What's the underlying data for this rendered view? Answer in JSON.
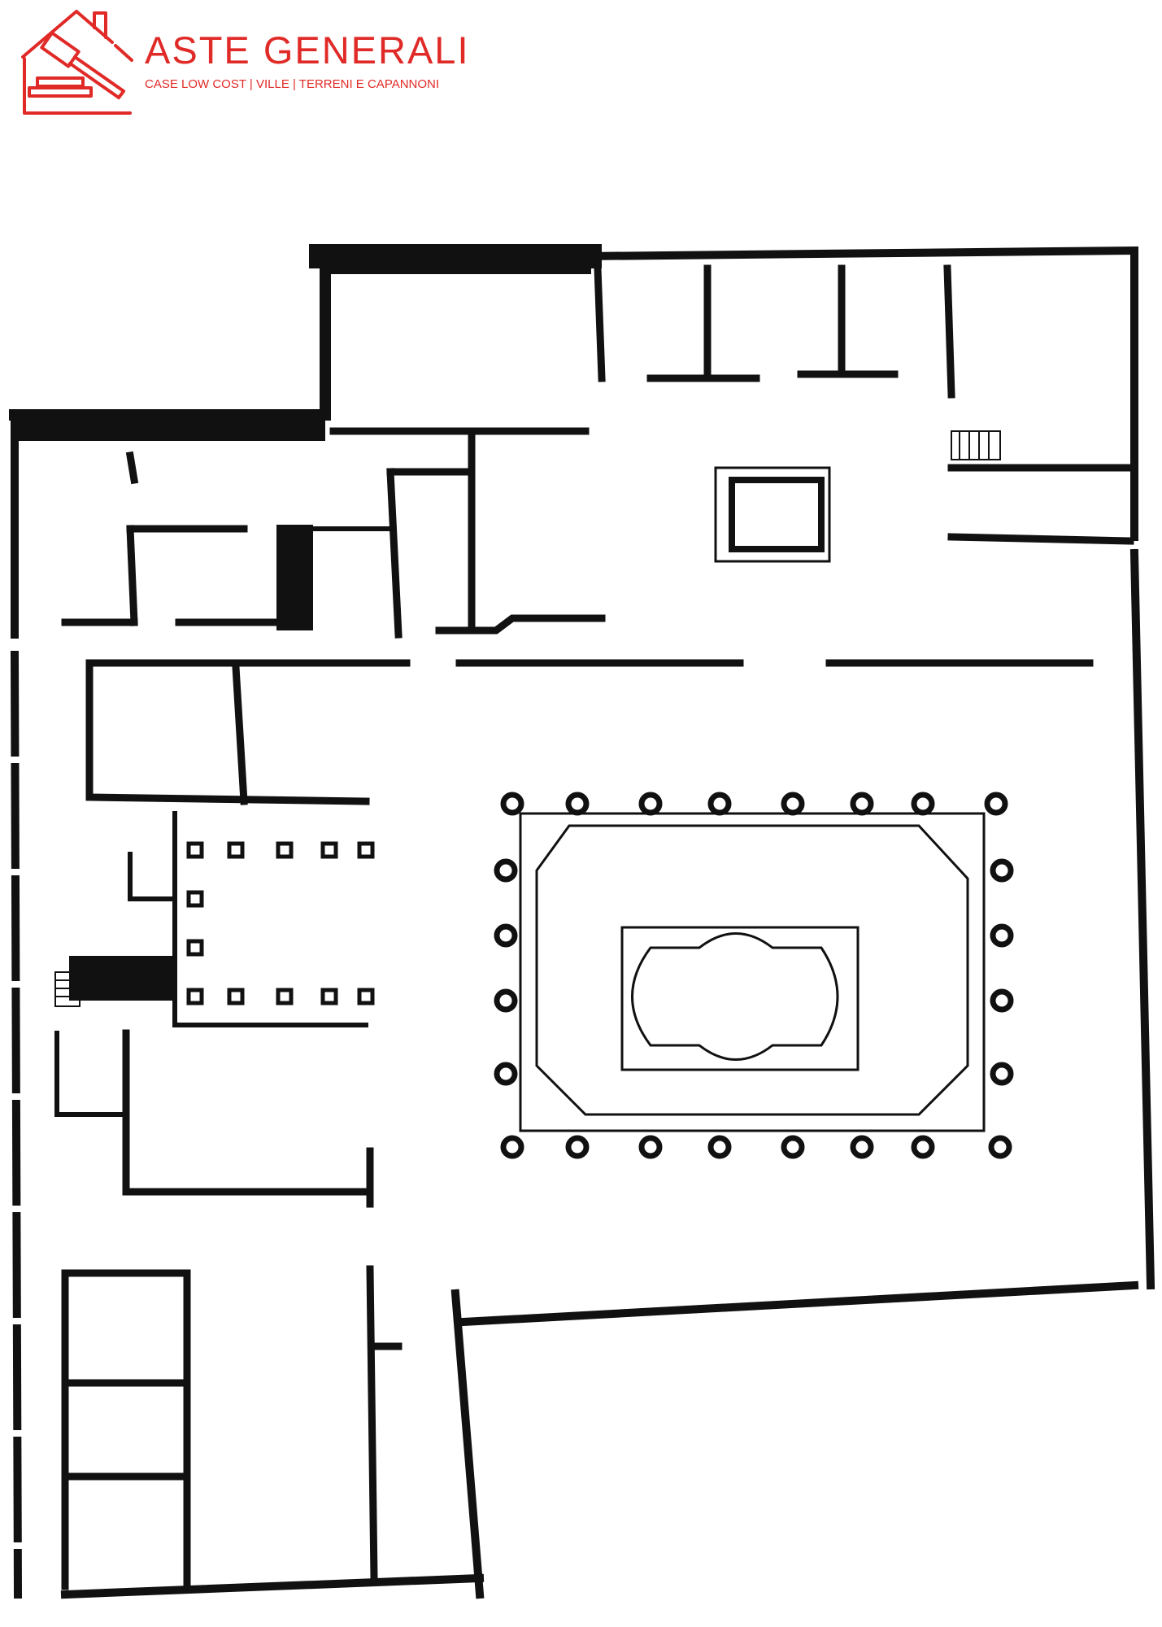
{
  "brand": {
    "name": "ASTE GENERALI",
    "tagline": "CASE LOW COST | VILLE | TERRENI E CAPANNONI",
    "accent_color": "#e02a27",
    "logo_icon": "house-with-gavel-icon"
  },
  "plan": {
    "ink_color": "#111111",
    "features": [
      "peristyle-column-ring",
      "central-pool",
      "impluvium",
      "small-colonnade",
      "stairs"
    ]
  }
}
